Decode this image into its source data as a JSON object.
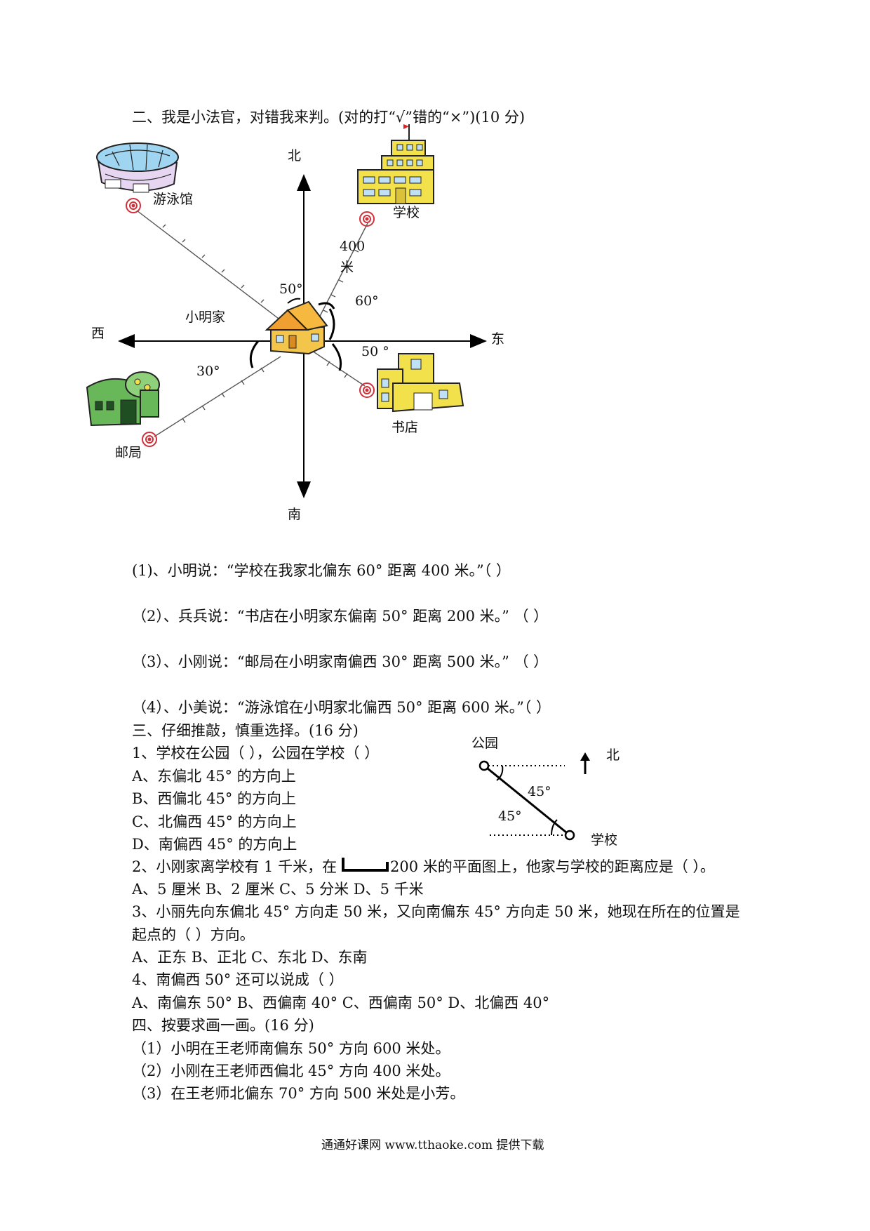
{
  "section2": {
    "title": "二、我是小法官，对错我来判。(对的打“√”错的“×”)(10 分)",
    "map": {
      "north": "北",
      "south": "南",
      "east": "东",
      "west": "西",
      "home": "小明家",
      "swimming": "游泳馆",
      "school": "学校",
      "bookstore": "书店",
      "post": "邮局",
      "dist_num": "400",
      "dist_unit": "米",
      "angle_school": "60°",
      "angle_swim": "50°",
      "angle_book": "50 °",
      "angle_post": "30°"
    },
    "items": [
      "(1)、小明说：“学校在我家北偏东 60° 距离 400 米。”（        ）",
      "（2）、兵兵说：“书店在小明家东偏南 50° 距离 200 米。”     （        ）",
      "（3）、小刚说：“邮局在小明家南偏西 30° 距离 500 米。”     （        ）",
      "（4）、小美说：“游泳馆在小明家北偏西 50° 距离 600 米。”（        ）"
    ]
  },
  "section3": {
    "title": "三、仔细推敲，慎重选择。(16 分)",
    "q1": "1、学校在公园（    ），公园在学校（        ）",
    "q1_options": [
      "A、东偏北 45° 的方向上",
      "B、西偏北 45° 的方向上",
      "C、北偏西 45° 的方向上",
      "D、南偏西 45° 的方向上"
    ],
    "diagram": {
      "park": "公园",
      "school": "学校",
      "north": "北",
      "angle1": "45°",
      "angle2": "45°"
    },
    "q2_a": "2、小刚家离学校有 1 千米，在",
    "q2_b": "200 米的平面图上，他家与学校的距离应是（      ）。",
    "q2_options": "A、5  厘米        B、2 厘米        C、5 分米            D、5 千米",
    "q3_line1": "3、小丽先向东偏北 45° 方向走 50 米，又向南偏东 45° 方向走 50 米，她现在所在的位置是",
    "q3_line2": "起点的（    ）方向。",
    "q3_options": "A、正东       B、正北       C、东北        D、东南",
    "q4": "4、南偏西 50° 还可以说成（      ）",
    "q4_options": "A、南偏东 50°      B、西偏南 40° C、西偏南 50°      D、北偏西 40°"
  },
  "section4": {
    "title": "四、按要求画一画。(16 分)",
    "items": [
      "（1）小明在王老师南偏东 50° 方向 600 米处。",
      "（2）小刚在王老师西偏北 45° 方向 400 米处。",
      "（3）在王老师北偏东 70° 方向 500 米处是小芳。"
    ]
  },
  "footer": "通通好课网  www.tthaoke.com  提供下载"
}
